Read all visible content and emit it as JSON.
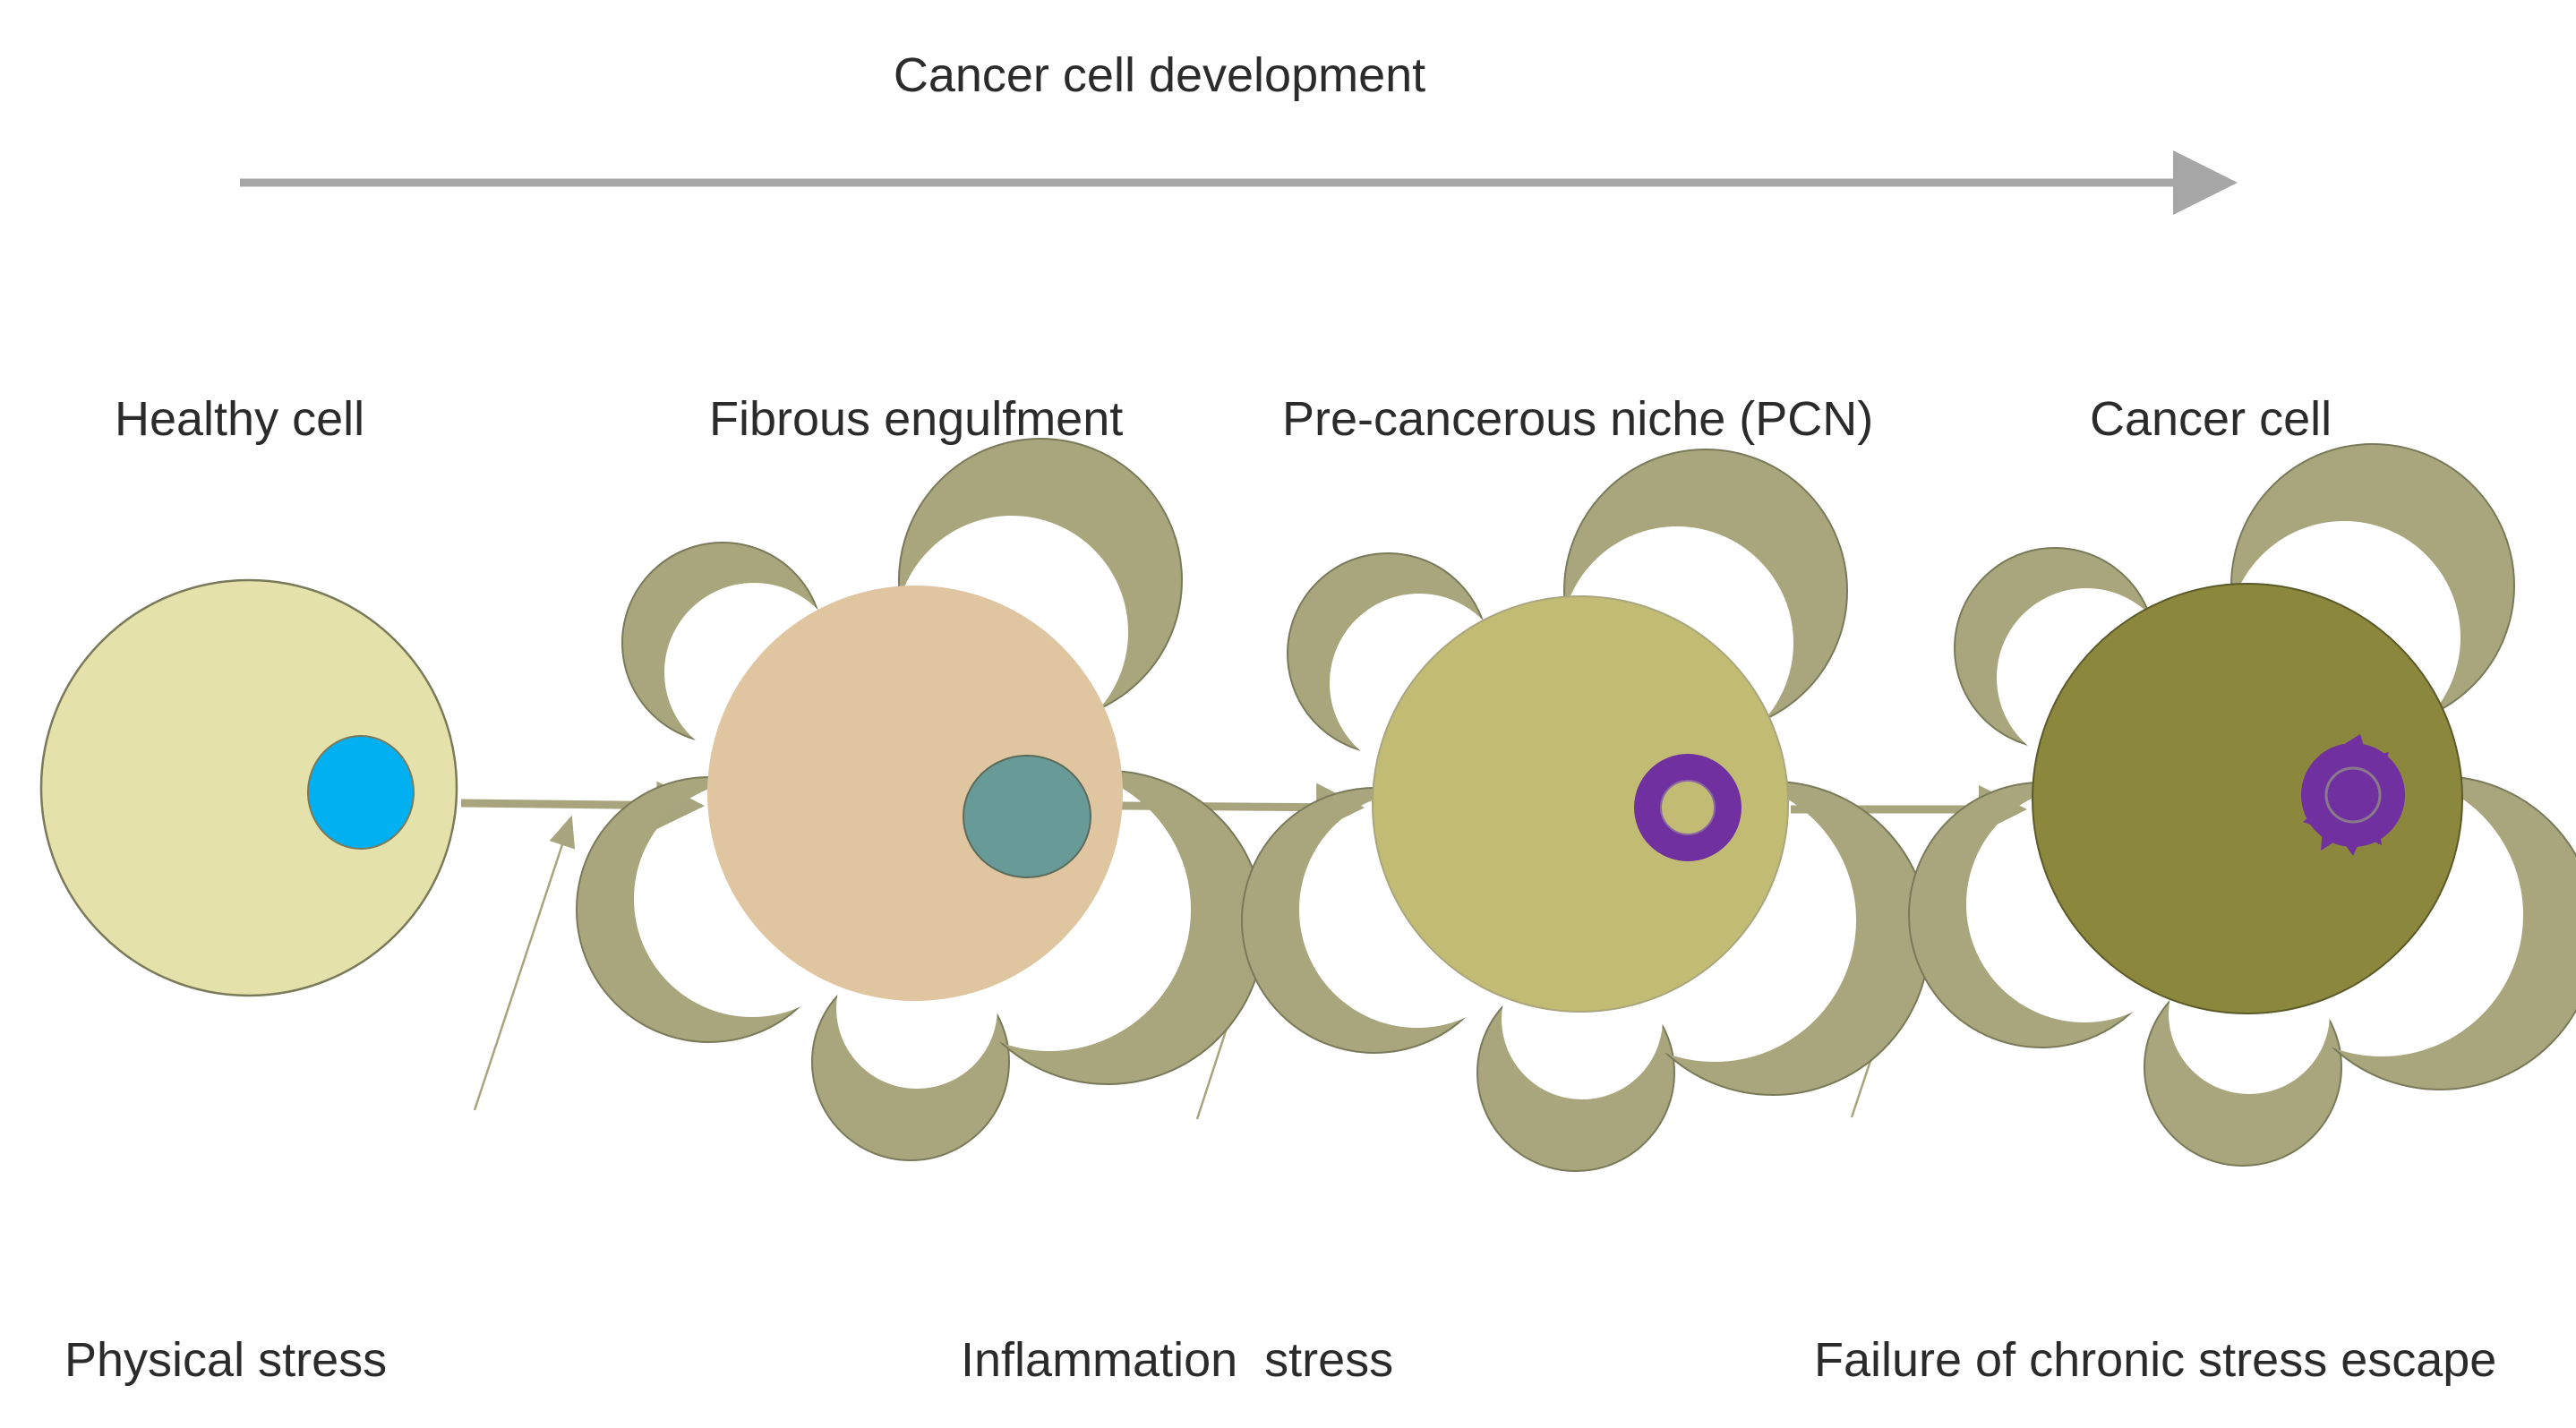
{
  "title": "Cancer cell development",
  "stages": [
    {
      "id": "healthy",
      "label": "Healthy cell"
    },
    {
      "id": "fibrous",
      "label": "Fibrous engulfment"
    },
    {
      "id": "pcn",
      "label": "Pre-cancerous niche (PCN)"
    },
    {
      "id": "cancer",
      "label": "Cancer cell"
    }
  ],
  "stresses": [
    {
      "id": "physical",
      "label": "Physical stress"
    },
    {
      "id": "inflammation",
      "label": "Inflammation  stress"
    },
    {
      "id": "failure",
      "label": "Failure of chronic stress escape"
    }
  ],
  "colors": {
    "timeline_arrow": "#a6a6a6",
    "flow_arrow": "#a8a57e",
    "fiber": "#a9a67e",
    "outline": "#7a7a5a",
    "healthy_cell": "#e5e1aa",
    "healthy_nucleus": "#00b0f0",
    "fibrous_cell": "#dfc5a0",
    "fibrous_nucleus": "#689a98",
    "pcn_cell": "#c2bb73",
    "pcn_nucleus": "#7030a0",
    "cancer_cell": "#8b873c",
    "cancer_nucleus": "#7030a0"
  }
}
